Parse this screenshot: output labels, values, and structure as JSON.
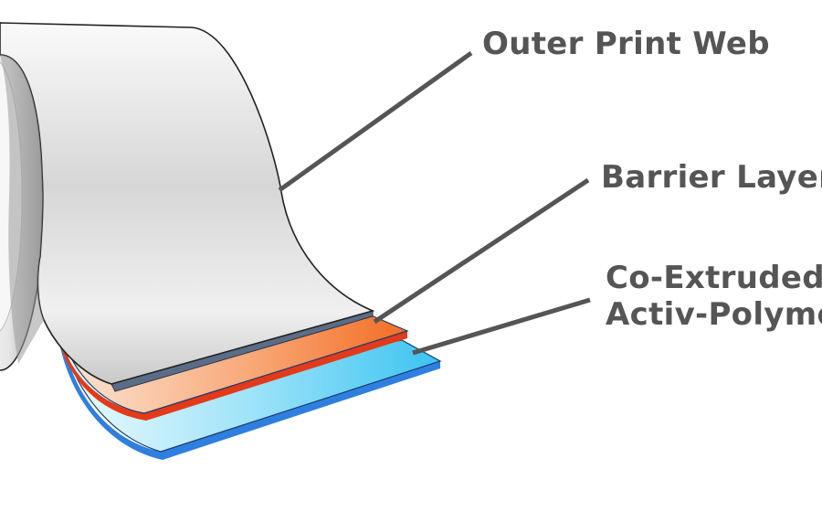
{
  "labels": {
    "outer_print_web": "Outer Print Web",
    "barrier_layer": "Barrier Layer",
    "co_extruded_line1": "Co-Extruded",
    "co_extruded_line2": "Activ-Polymer"
  },
  "colors": {
    "roll_light": "#f4f4f4",
    "roll_mid": "#cfcfcf",
    "roll_dark": "#8e8e8e",
    "barrier_edge": "#5b6d86",
    "orange_light": "#fbe3d0",
    "orange": "#f36d23",
    "orange_edge": "#e23a1a",
    "blue_light": "#dff6fc",
    "blue": "#3bc3f1",
    "blue_edge": "#2f7fe0",
    "leader": "#555555",
    "label_text": "#555555"
  }
}
